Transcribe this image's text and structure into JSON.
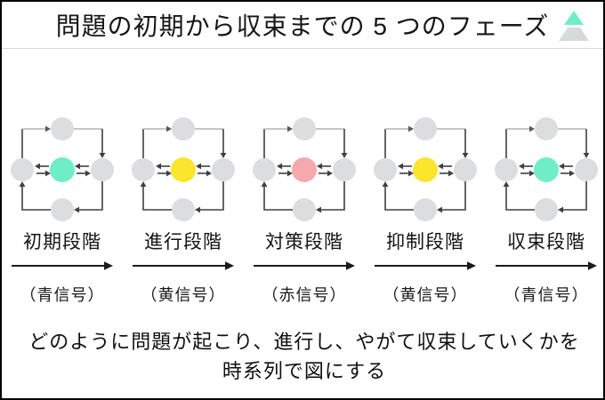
{
  "header": {
    "title": "問題の初期から収束までの 5 つのフェーズ"
  },
  "logo": {
    "icon": "pyramid-icon",
    "top_color": "#6feec6",
    "base_color": "#d6dadb"
  },
  "diagram": {
    "node_color": "#dcddde",
    "line_color": "#3f3f3f",
    "phases": [
      {
        "stage_label": "初期段階",
        "signal_label": "（青信号）",
        "center_color": "#6feec6"
      },
      {
        "stage_label": "進行段階",
        "signal_label": "（黄信号）",
        "center_color": "#fbe52d"
      },
      {
        "stage_label": "対策段階",
        "signal_label": "（赤信号）",
        "center_color": "#f5a9ad"
      },
      {
        "stage_label": "抑制段階",
        "signal_label": "（黄信号）",
        "center_color": "#fbe52d"
      },
      {
        "stage_label": "収束段階",
        "signal_label": "（青信号）",
        "center_color": "#6feec6"
      }
    ]
  },
  "caption": {
    "line1": "どのように問題が起こり、進行し、やがて収束していくかを",
    "line2": "時系列で図にする"
  }
}
